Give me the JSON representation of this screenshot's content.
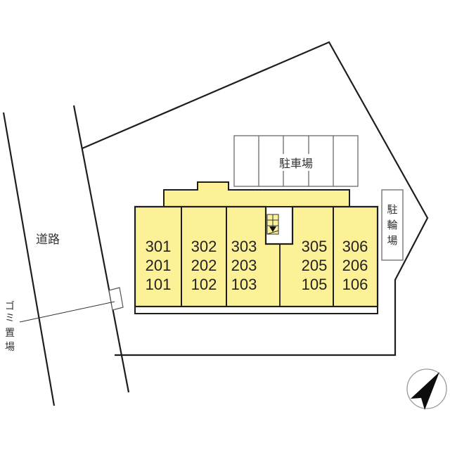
{
  "colors": {
    "building_fill": "#fdf197",
    "line": "#1e1e1e",
    "stall_line": "#6a6a6a",
    "text": "#222222"
  },
  "road": {
    "label": "道路"
  },
  "parking": {
    "label": "駐車場",
    "stalls": 5
  },
  "bicycle_parking": {
    "label_lines": [
      "駐",
      "輪",
      "場"
    ]
  },
  "garbage_area": {
    "label_lines": [
      "ゴ",
      "ミ",
      "置",
      "場"
    ]
  },
  "units": [
    {
      "col": 1,
      "floors": [
        "301",
        "201",
        "101"
      ]
    },
    {
      "col": 2,
      "floors": [
        "302",
        "202",
        "102"
      ]
    },
    {
      "col": 3,
      "floors": [
        "303",
        "203",
        "103"
      ]
    },
    {
      "col": 5,
      "floors": [
        "305",
        "205",
        "105"
      ]
    },
    {
      "col": 6,
      "floors": [
        "306",
        "206",
        "106"
      ]
    }
  ],
  "stairs": {
    "direction": "down"
  },
  "compass": {
    "type": "north-arrow"
  }
}
